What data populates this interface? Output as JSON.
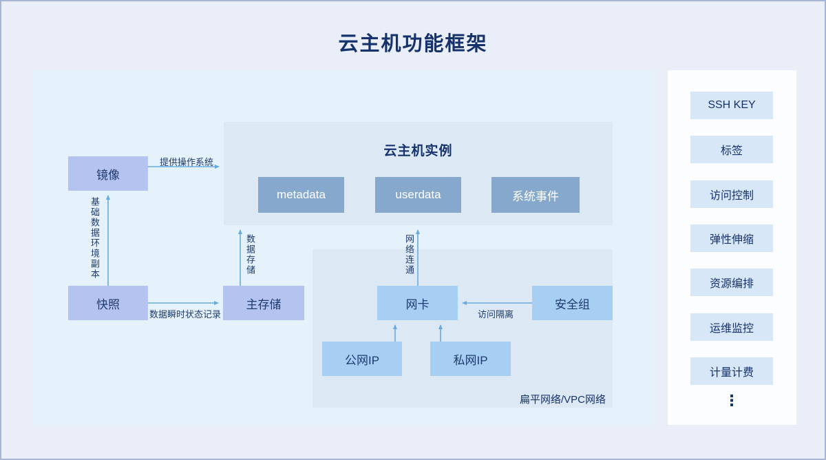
{
  "title": "云主机功能框架",
  "instance_panel": {
    "title": "云主机实例",
    "items": [
      "metadata",
      "userdata",
      "系统事件"
    ]
  },
  "nodes": {
    "image": "镜像",
    "snapshot": "快照",
    "main_storage": "主存储",
    "nic": "网卡",
    "security_group": "安全组",
    "public_ip": "公网IP",
    "private_ip": "私网IP"
  },
  "network_panel": {
    "label": "扁平网络/VPC网络"
  },
  "edge_labels": {
    "provide_os": "提供操作系统",
    "base_data_copy": "基础数据环境副本",
    "snapshot_record": "数据瞬时状态记录",
    "data_storage": "数据存储",
    "network_connectivity": "网络连通",
    "access_isolation": "访问隔离"
  },
  "sidebar": {
    "items": [
      "SSH KEY",
      "标签",
      "访问控制",
      "弹性伸缩",
      "资源编排",
      "运维监控",
      "计量计费"
    ],
    "more_indicator": "⋮"
  },
  "colors": {
    "arrow": "#66abdf",
    "node_periwinkle": "#b5c3f1",
    "node_steel": "#85a8cc",
    "node_lightblue": "#a7cff4",
    "text_navy": "#16326c",
    "panel_main": "#e6f2fb",
    "panel_inner": "#dce8f3",
    "sidebar_button": "#d8e7f7"
  }
}
